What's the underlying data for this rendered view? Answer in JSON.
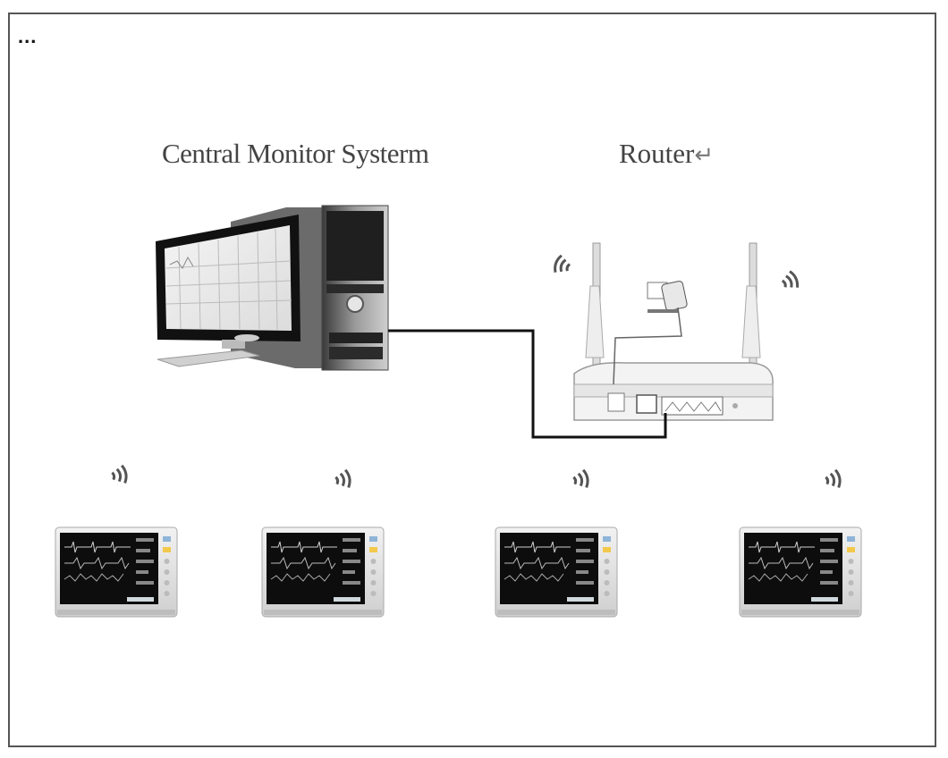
{
  "menu": {
    "ellipsis": "..."
  },
  "labels": {
    "central_monitor": "Central Monitor Systerm",
    "router": "Router",
    "router_return_mark": "↵"
  },
  "monitors": [
    {
      "id": "monitor-1"
    },
    {
      "id": "monitor-2"
    },
    {
      "id": "monitor-3"
    },
    {
      "id": "monitor-4"
    }
  ]
}
